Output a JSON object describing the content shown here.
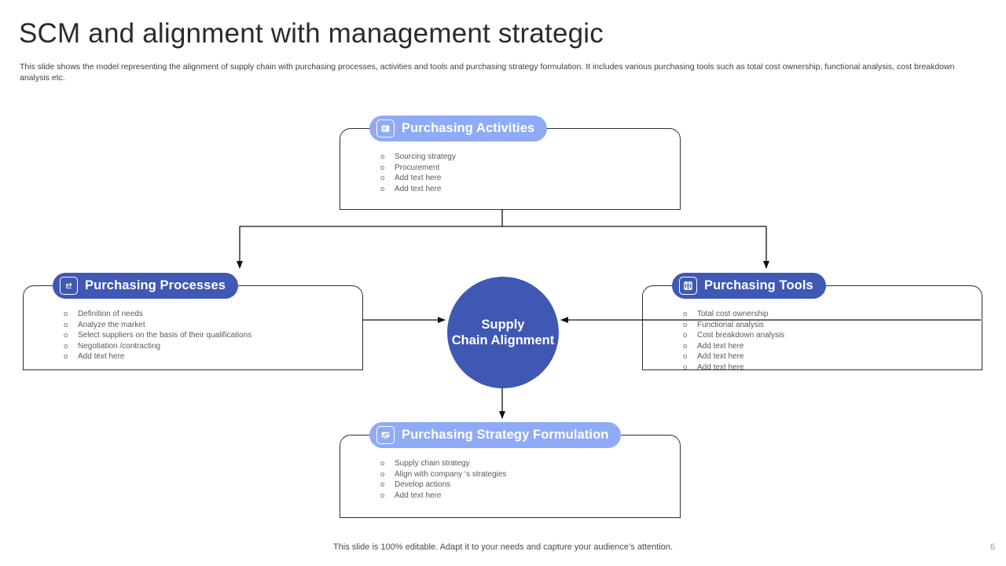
{
  "header": {
    "title": "SCM and alignment with management strategic",
    "subtitle": "This slide shows the model representing the alignment of supply chain with purchasing processes, activities and tools and purchasing strategy formulation. It includes various purchasing tools such as total cost ownership, functional analysis, cost breakdown analysis etc."
  },
  "colors": {
    "light_blue": "#8fabf7",
    "dark_blue": "#3f58b4",
    "text_gray": "#58595b",
    "line": "#2f2f2f"
  },
  "hub": {
    "line1": "Supply",
    "line2": "Chain Alignment"
  },
  "boxes": {
    "activities": {
      "title": "Purchasing Activities",
      "icon": "presentation-board-icon",
      "tone": "light",
      "items": [
        "Sourcing strategy",
        "Procurement",
        "Add text here",
        "Add text here"
      ]
    },
    "processes": {
      "title": "Purchasing Processes",
      "icon": "process-cycle-icon",
      "tone": "dark",
      "items": [
        "Definition  of needs",
        "Analyze the market",
        "Select suppliers on the basis of their qualifications",
        "Negotiation /contracting",
        "Add text here"
      ]
    },
    "tools": {
      "title": "Purchasing Tools",
      "icon": "gear-tools-icon",
      "tone": "dark",
      "items": [
        "Total cost ownership",
        "Functional analysis",
        "Cost breakdown analysis",
        "Add text here",
        "Add text here",
        "Add text here"
      ]
    },
    "formulation": {
      "title": "Purchasing Strategy  Formulation",
      "icon": "strategy-chart-icon",
      "tone": "light",
      "items": [
        " Supply chain strategy",
        "Align with company ‘s strategies",
        " Develop actions",
        "Add text here"
      ]
    }
  },
  "footer": {
    "note": "This slide is 100% editable. Adapt it to your needs and capture your audience’s attention.",
    "page": "6"
  }
}
